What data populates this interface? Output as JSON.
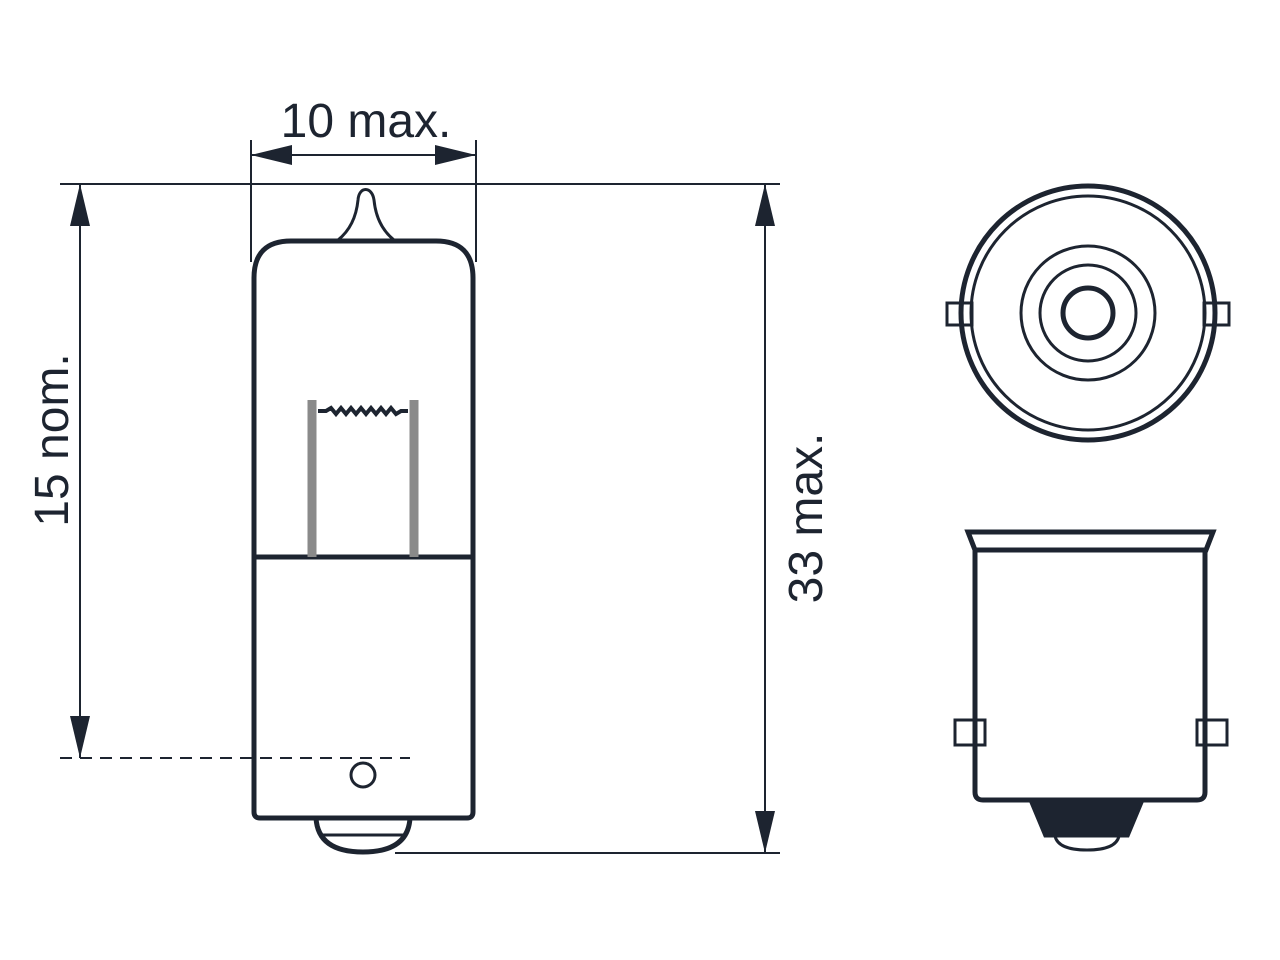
{
  "dimensions": {
    "width_label": "10 max.",
    "light_center_label": "15 nom.",
    "length_label": "33 max."
  },
  "colors": {
    "ink": "#1d2430",
    "electrode": "#8a8a8a",
    "background": "#ffffff"
  }
}
